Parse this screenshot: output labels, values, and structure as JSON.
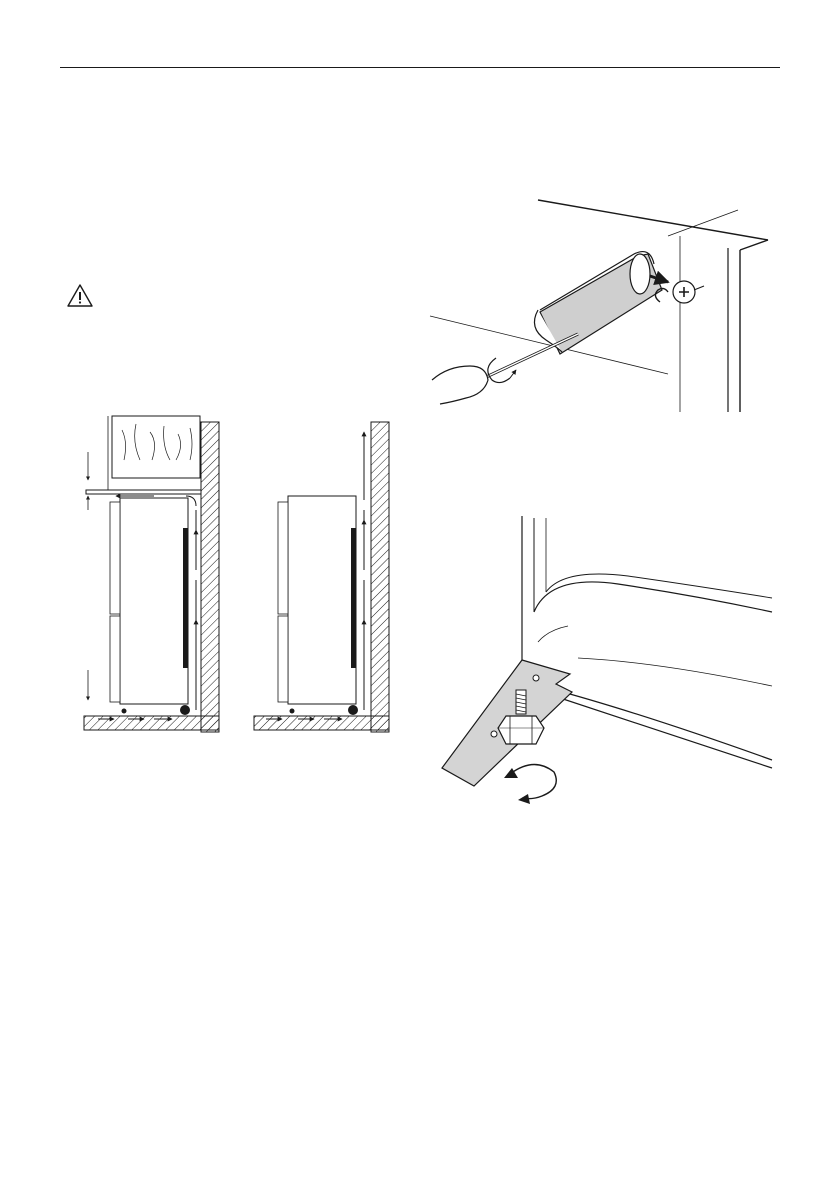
{
  "page": {
    "warning_icon": "warning-triangle-icon",
    "colors": {
      "ink": "#1a1a1a",
      "spacer_fill": "#cfcfcf",
      "foot_plate_fill": "#d4d4d4",
      "wood": "#ffffff"
    }
  },
  "figures": {
    "ventilation": {
      "icons": [
        "ventilation-airflow-diagram",
        "hatched-wall",
        "cabinet-above"
      ]
    },
    "spacer": {
      "icons": [
        "screwdriver-icon",
        "spacer-block",
        "screw-icon",
        "rotate-arrow-icon"
      ]
    },
    "foot": {
      "icons": [
        "adjustable-foot-icon",
        "hex-nut-icon",
        "rotate-arrow-icon"
      ]
    }
  }
}
